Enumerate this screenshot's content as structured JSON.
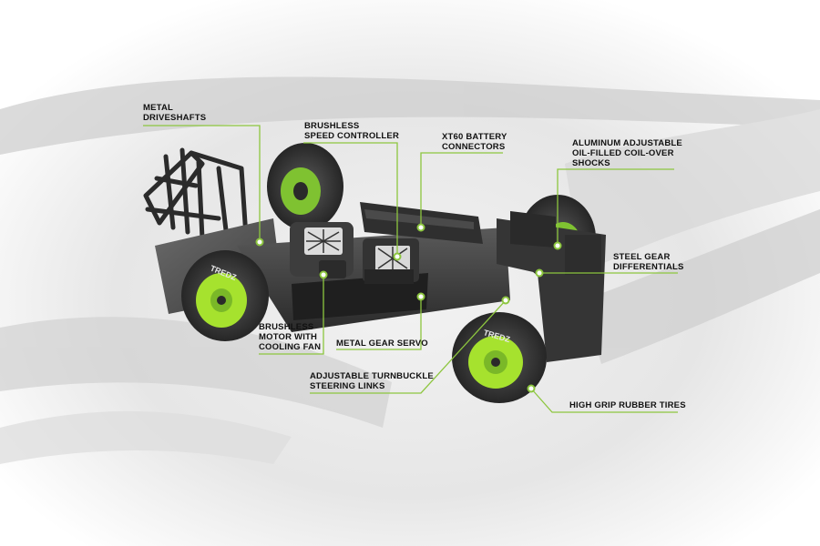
{
  "colors": {
    "accent": "#8dc63f",
    "leader_line": "#8dc63f",
    "tire_rim": "#a6e22e",
    "chassis": "#3a3a3a",
    "label_text": "#111111"
  },
  "tire_text": "TREDZ",
  "callouts": [
    {
      "id": "metal-driveshafts",
      "lines": [
        "METAL",
        "DRIVESHAFTS"
      ]
    },
    {
      "id": "brushless-speed-controller",
      "lines": [
        "BRUSHLESS",
        "SPEED CONTROLLER"
      ]
    },
    {
      "id": "xt60-battery-connectors",
      "lines": [
        "XT60 BATTERY",
        "CONNECTORS"
      ]
    },
    {
      "id": "aluminum-shocks",
      "lines": [
        "ALUMINUM ADJUSTABLE",
        "OIL-FILLED COIL-OVER",
        "SHOCKS"
      ]
    },
    {
      "id": "steel-gear-differentials",
      "lines": [
        "STEEL GEAR",
        "DIFFERENTIALS"
      ]
    },
    {
      "id": "brushless-motor",
      "lines": [
        "BRUSHLESS",
        "MOTOR WITH",
        "COOLING FAN"
      ]
    },
    {
      "id": "metal-gear-servo",
      "lines": [
        "METAL GEAR SERVO"
      ]
    },
    {
      "id": "turnbuckle-steering-links",
      "lines": [
        "ADJUSTABLE TURNBUCKLE",
        "STEERING LINKS"
      ]
    },
    {
      "id": "high-grip-rubber-tires",
      "lines": [
        "HIGH GRIP RUBBER TIRES"
      ]
    }
  ]
}
